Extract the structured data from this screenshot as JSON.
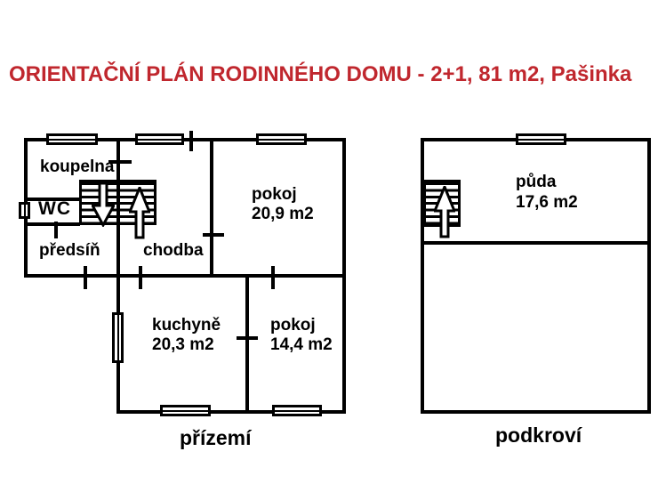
{
  "title": "ORIENTAČNÍ PLÁN RODINNÉHO DOMU - 2+1, 81 m2, Pašinka",
  "colors": {
    "title_red": "#c0272e",
    "wall_black": "#000000",
    "background": "#ffffff"
  },
  "ground_floor": {
    "label": "přízemí",
    "rooms": {
      "koupelna": {
        "name": "koupelna"
      },
      "wc": {
        "name": "WC"
      },
      "predsin": {
        "name": "předsíň"
      },
      "chodba": {
        "name": "chodba"
      },
      "pokoj_velky": {
        "name": "pokoj",
        "area": "20,9 m2"
      },
      "kuchyne": {
        "name": "kuchyně",
        "area": "20,3 m2"
      },
      "pokoj_maly": {
        "name": "pokoj",
        "area": "14,4 m2"
      }
    }
  },
  "attic_floor": {
    "label": "podkroví",
    "rooms": {
      "puda": {
        "name": "půda",
        "area": "17,6 m2"
      }
    }
  }
}
